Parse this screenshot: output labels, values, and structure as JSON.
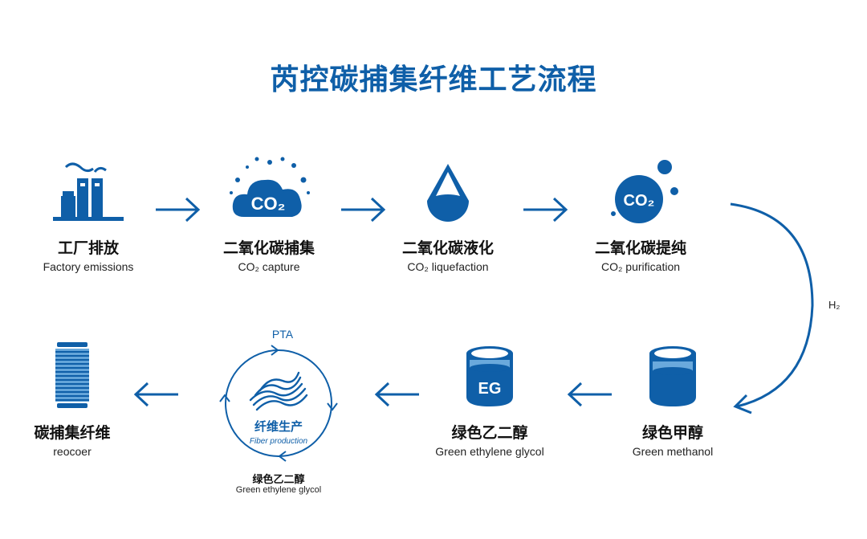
{
  "title": "芮控碳捕集纤维工艺流程",
  "colors": {
    "primary": "#0f5fa8",
    "light": "#6aa9dc",
    "text": "#111111"
  },
  "top_row": [
    {
      "zh": "工厂排放",
      "en": "Factory emissions",
      "icon": "factory-icon"
    },
    {
      "zh": "二氧化碳捕集",
      "en": "CO₂ capture",
      "icon": "co2-cloud-icon",
      "icon_text": "CO₂"
    },
    {
      "zh": "二氧化碳液化",
      "en": "CO₂ liquefaction",
      "icon": "droplet-icon"
    },
    {
      "zh": "二氧化碳提纯",
      "en": "CO₂ purification",
      "icon": "co2-bubble-icon",
      "icon_text": "CO₂"
    }
  ],
  "h2_label": "H₂",
  "bottom_row": [
    {
      "zh": "绿色甲醇",
      "en": "Green methanol",
      "icon": "methanol-tank-icon"
    },
    {
      "zh": "绿色乙二醇",
      "en": "Green ethylene glycol",
      "icon": "eg-tank-icon",
      "icon_text": "EG"
    },
    {
      "zh": "碳捕集纤维",
      "en": "reocoer",
      "icon": "fiber-spool-icon"
    }
  ],
  "fiber_cycle": {
    "top_label": "PTA",
    "inner_zh": "纤维生产",
    "inner_en": "Fiber production",
    "bottom_zh": "绿色乙二醇",
    "bottom_en": "Green ethylene glycol"
  }
}
